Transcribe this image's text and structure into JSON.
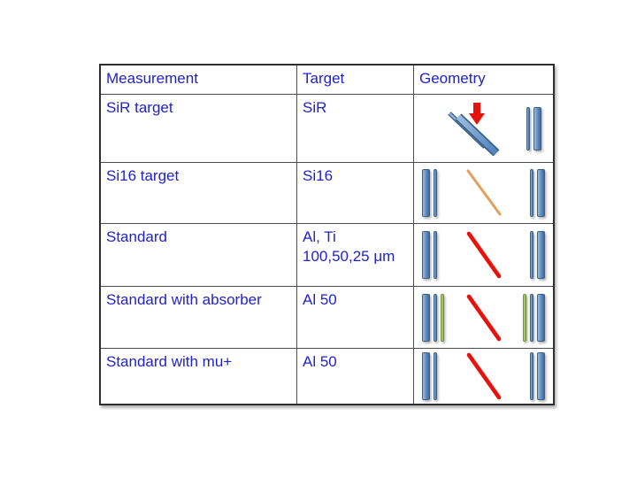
{
  "slide": {
    "background": "#ffffff"
  },
  "colors": {
    "text_blue": "#2222CC",
    "table_outer_border": "#2e2e2e",
    "table_inner_border": "#4d4d4d",
    "detector_bar_blue": "#4F81BD",
    "detector_bar_blue_dark": "#3A6186",
    "absorber_bar_green": "#9BBB59",
    "beam_red": "#E8120C",
    "beam_orange": "#E2A05A"
  },
  "table": {
    "headers": [
      {
        "label": "Measurement"
      },
      {
        "label": "Target"
      },
      {
        "label": "Geometry"
      }
    ],
    "rows": [
      {
        "measurement": "SiR target",
        "target": "SiR",
        "geometry_icon": "tilted-target-with-down-arrow-and-detector-pair"
      },
      {
        "measurement": "Si16 target",
        "target": "Si16",
        "geometry_icon": "detector-pair-orange-beam-detector-pair"
      },
      {
        "measurement": "Standard",
        "target": "Al, Ti",
        "target_detail": "100,50,25 μm",
        "geometry_icon": "detector-pair-red-beam-detector-pair"
      },
      {
        "measurement": "Standard with absorber",
        "target": "Al 50",
        "geometry_icon": "detector-pair-with-green-absorber-red-beam-mirrored"
      },
      {
        "measurement": "Standard with mu+",
        "target": "Al 50",
        "geometry_icon": "detector-pair-red-beam-detector-pair"
      }
    ]
  }
}
